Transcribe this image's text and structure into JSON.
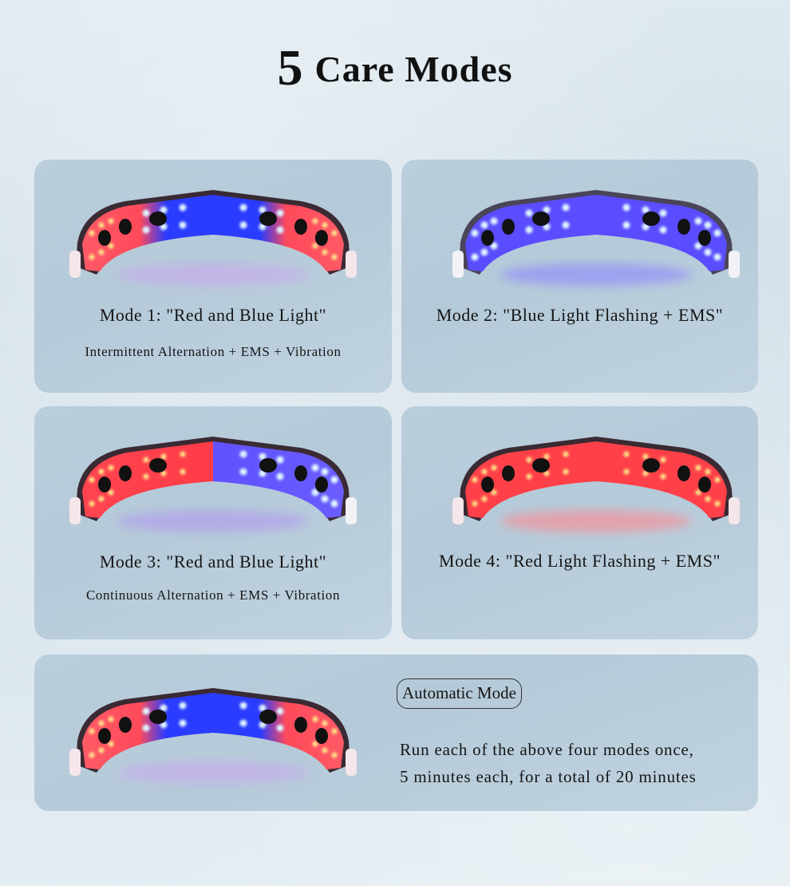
{
  "header": {
    "number": "5",
    "title": "Care Modes"
  },
  "modes": [
    {
      "title": "Mode 1: \"Red and Blue Light\"",
      "subtitle": "Intermittent Alternation + EMS + Vibration",
      "device_colors": {
        "left": "#ff4a5a",
        "center": "#1e3cff",
        "right": "#ff4a5a"
      }
    },
    {
      "title": "Mode 2: \"Blue Light Flashing + EMS\"",
      "subtitle": "",
      "device_colors": {
        "left": "#5a4cff",
        "center": "#5a4cff",
        "right": "#5a4cff"
      }
    },
    {
      "title": "Mode 3: \"Red and Blue Light\"",
      "subtitle": "Continuous Alternation + EMS + Vibration",
      "device_colors": {
        "left": "#ff3c48",
        "center": "#ff3c48",
        "right": "#5f52ff"
      }
    },
    {
      "title": "Mode 4: \"Red Light Flashing + EMS\"",
      "subtitle": "",
      "device_colors": {
        "left": "#ff4048",
        "center": "#ff4048",
        "right": "#ff4048"
      }
    }
  ],
  "automatic": {
    "badge": "Automatic Mode",
    "line1": "Run each of the above four modes once,",
    "line2": "5 minutes each, for a total of 20 minutes"
  }
}
